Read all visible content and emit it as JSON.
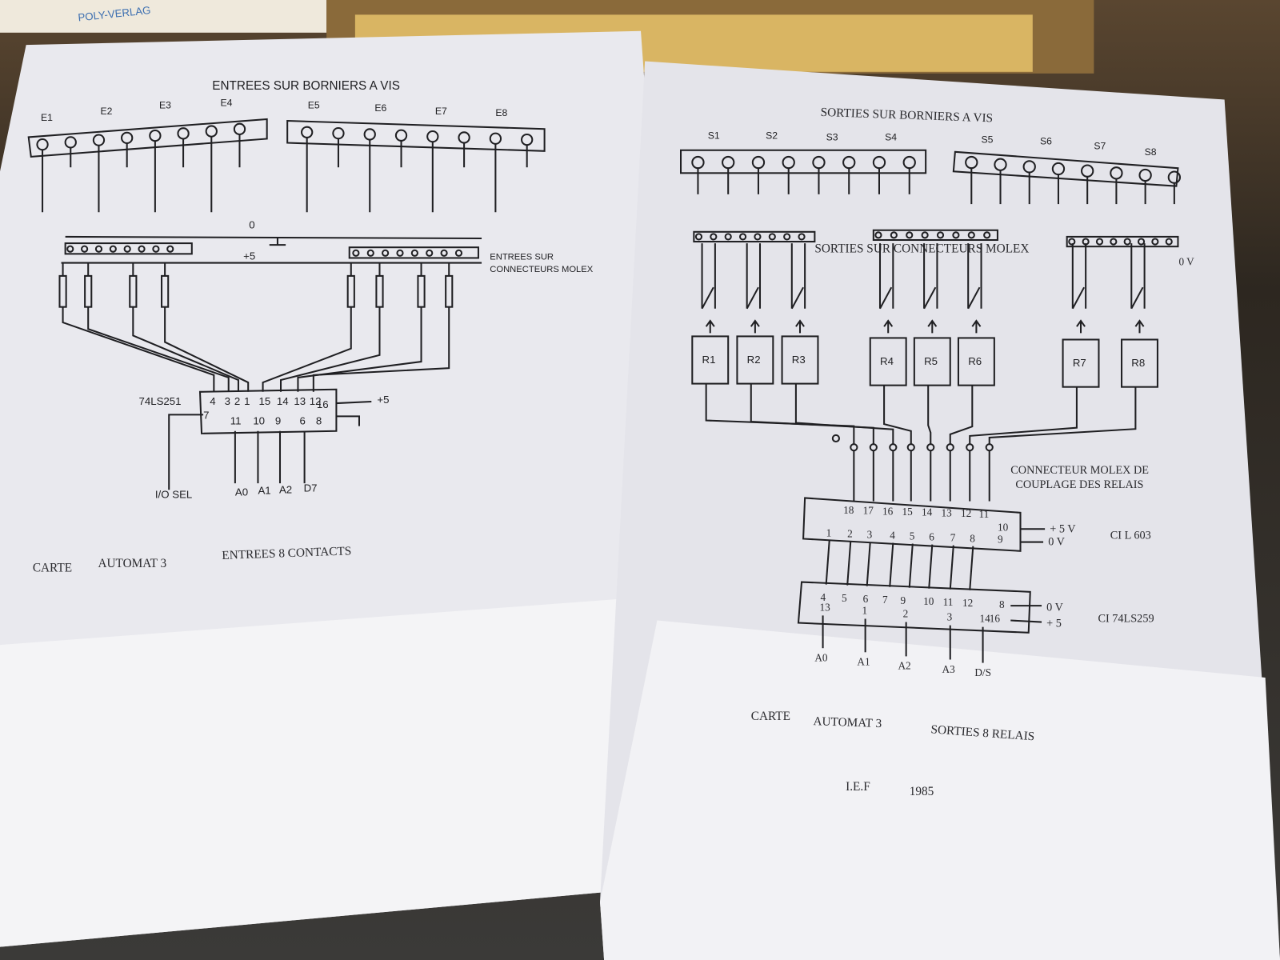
{
  "background": {
    "publisher_label": "POLY-VERLAG"
  },
  "left_sheet": {
    "title": "ENTREES SUR BORNIERS A VIS",
    "inputs": [
      "E1",
      "E2",
      "E3",
      "E4",
      "E5",
      "E6",
      "E7",
      "E8"
    ],
    "zero_label": "0",
    "plus5_label": "+5",
    "molex_label_1": "ENTREES SUR",
    "molex_label_2": "CONNECTEURS MOLEX",
    "chip_name": "74LS251",
    "chip_pins_top": [
      "4",
      "3",
      "2",
      "1",
      "15",
      "14",
      "13",
      "12"
    ],
    "chip_pin_16": "16",
    "chip_pin_7": "7",
    "chip_pins_bottom": [
      "11",
      "10",
      "9",
      "6",
      "8"
    ],
    "supply_label": "+5",
    "signals": [
      "I/O SEL",
      "A0",
      "A1",
      "A2",
      "D7"
    ],
    "footer": {
      "carte": "CARTE",
      "automat": "AUTOMAT 3",
      "desc": "ENTREES 8 CONTACTS"
    }
  },
  "right_sheet": {
    "title": "SORTIES SUR BORNIERS A VIS",
    "outputs": [
      "S1",
      "S2",
      "S3",
      "S4",
      "S5",
      "S6",
      "S7",
      "S8"
    ],
    "molex_label": "SORTIES SUR CONNECTEURS MOLEX",
    "zero_v_label": "0 V",
    "relays": [
      "R1",
      "R2",
      "R3",
      "R4",
      "R5",
      "R6",
      "R7",
      "R8"
    ],
    "coupling_label_1": "CONNECTEUR MOLEX DE",
    "coupling_label_2": "COUPLAGE DES RELAIS",
    "chip1": {
      "name": "CI   L 603",
      "pins_top": [
        "18",
        "17",
        "16",
        "15",
        "14",
        "13",
        "12",
        "11"
      ],
      "pins_bottom": [
        "1",
        "2",
        "3",
        "4",
        "5",
        "6",
        "7",
        "8"
      ],
      "pin_10": "10",
      "pin_9": "9",
      "supply_plus": "+ 5 V",
      "supply_zero": "0 V"
    },
    "chip2": {
      "name": "CI   74LS259",
      "pins_top": [
        "4",
        "5",
        "6",
        "7",
        "9",
        "10",
        "11",
        "12"
      ],
      "pins_bottom": [
        "13",
        "1",
        "2",
        "3",
        "14"
      ],
      "pin_8": "8",
      "pin_16": "16",
      "supply_zero": "0 V",
      "supply_plus": "+ 5"
    },
    "signals": [
      "A0",
      "A1",
      "A2",
      "A3",
      "D/S"
    ],
    "footer": {
      "carte": "CARTE",
      "automat": "AUTOMAT 3",
      "desc": "SORTIES  8  RELAIS",
      "author": "I.E.F",
      "year": "1985"
    }
  }
}
